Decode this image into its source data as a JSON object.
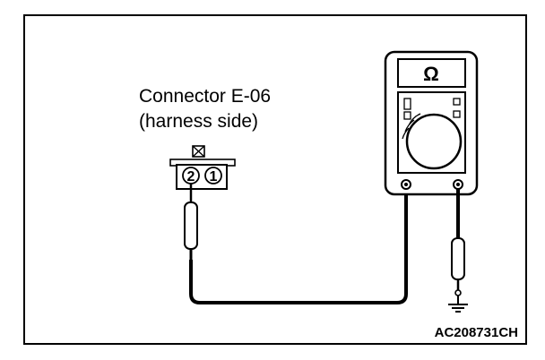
{
  "connector": {
    "title_line1": "Connector E-06",
    "title_line2": "(harness side)",
    "pins": [
      "2",
      "1"
    ]
  },
  "meter": {
    "display_symbol": "Ω"
  },
  "figure": {
    "code": "AC208731CH"
  },
  "colors": {
    "ink": "#000000",
    "background": "#ffffff"
  }
}
